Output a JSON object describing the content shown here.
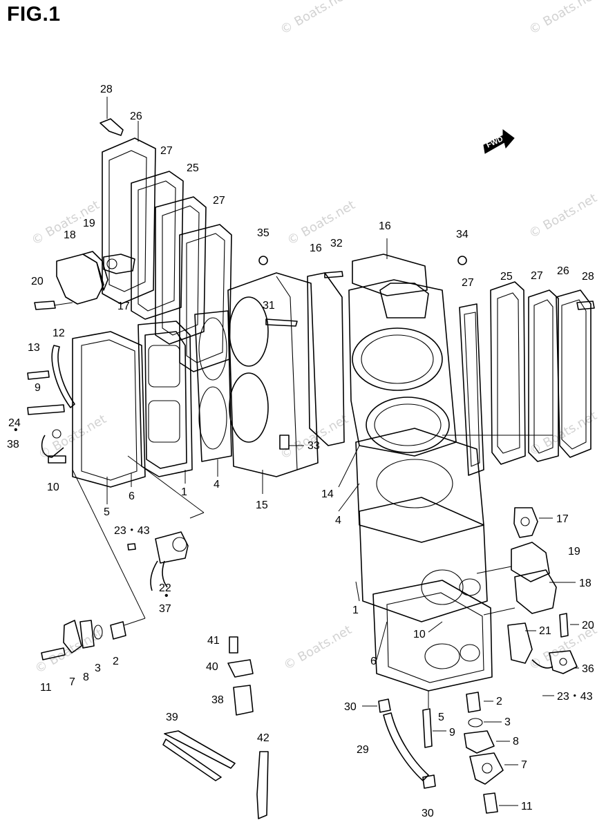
{
  "figure": {
    "title": "FIG.1",
    "fwd_label": "FWD",
    "watermark": "© Boats.net"
  },
  "callouts": [
    {
      "id": "c28a",
      "text": "28"
    },
    {
      "id": "c26a",
      "text": "26"
    },
    {
      "id": "c27a",
      "text": "27"
    },
    {
      "id": "c25a",
      "text": "25"
    },
    {
      "id": "c27b",
      "text": "27"
    },
    {
      "id": "c18a",
      "text": "18"
    },
    {
      "id": "c19a",
      "text": "19"
    },
    {
      "id": "c20a",
      "text": "20"
    },
    {
      "id": "c17a",
      "text": "17"
    },
    {
      "id": "c35",
      "text": "35"
    },
    {
      "id": "c16a",
      "text": "16"
    },
    {
      "id": "c32",
      "text": "32"
    },
    {
      "id": "c16b",
      "text": "16"
    },
    {
      "id": "c34",
      "text": "34"
    },
    {
      "id": "c31",
      "text": "31"
    },
    {
      "id": "c27c",
      "text": "27"
    },
    {
      "id": "c25b",
      "text": "25"
    },
    {
      "id": "c27d",
      "text": "27"
    },
    {
      "id": "c26b",
      "text": "26"
    },
    {
      "id": "c28b",
      "text": "28"
    },
    {
      "id": "c12",
      "text": "12"
    },
    {
      "id": "c13",
      "text": "13"
    },
    {
      "id": "c9a",
      "text": "9"
    },
    {
      "id": "c24",
      "text": "24"
    },
    {
      "id": "c38a",
      "text": "38"
    },
    {
      "id": "c10a",
      "text": "10"
    },
    {
      "id": "c5a",
      "text": "5"
    },
    {
      "id": "c6a",
      "text": "6"
    },
    {
      "id": "c1a",
      "text": "1"
    },
    {
      "id": "c4a",
      "text": "4"
    },
    {
      "id": "c15",
      "text": "15"
    },
    {
      "id": "c33",
      "text": "33"
    },
    {
      "id": "c14",
      "text": "14"
    },
    {
      "id": "c4b",
      "text": "4"
    },
    {
      "id": "c2343a",
      "text": "23・43"
    },
    {
      "id": "c22",
      "text": "22"
    },
    {
      "id": "c37",
      "text": "37"
    },
    {
      "id": "c17b",
      "text": "17"
    },
    {
      "id": "c19b",
      "text": "19"
    },
    {
      "id": "c18b",
      "text": "18"
    },
    {
      "id": "c1b",
      "text": "1"
    },
    {
      "id": "c20b",
      "text": "20"
    },
    {
      "id": "c10b",
      "text": "10"
    },
    {
      "id": "c21",
      "text": "21"
    },
    {
      "id": "c6b",
      "text": "6"
    },
    {
      "id": "c36",
      "text": "36"
    },
    {
      "id": "c2343b",
      "text": "23・43"
    },
    {
      "id": "c11a",
      "text": "11"
    },
    {
      "id": "c7a",
      "text": "7"
    },
    {
      "id": "c8a",
      "text": "8"
    },
    {
      "id": "c3a",
      "text": "3"
    },
    {
      "id": "c2a",
      "text": "2"
    },
    {
      "id": "c41",
      "text": "41"
    },
    {
      "id": "c40",
      "text": "40"
    },
    {
      "id": "c38b",
      "text": "38"
    },
    {
      "id": "c39",
      "text": "39"
    },
    {
      "id": "c42",
      "text": "42"
    },
    {
      "id": "c30a",
      "text": "30"
    },
    {
      "id": "c29",
      "text": "29"
    },
    {
      "id": "c30b",
      "text": "30"
    },
    {
      "id": "c5b",
      "text": "5"
    },
    {
      "id": "c9b",
      "text": "9"
    },
    {
      "id": "c2b",
      "text": "2"
    },
    {
      "id": "c3b",
      "text": "3"
    },
    {
      "id": "c8b",
      "text": "8"
    },
    {
      "id": "c7b",
      "text": "7"
    },
    {
      "id": "c11b",
      "text": "11"
    }
  ]
}
